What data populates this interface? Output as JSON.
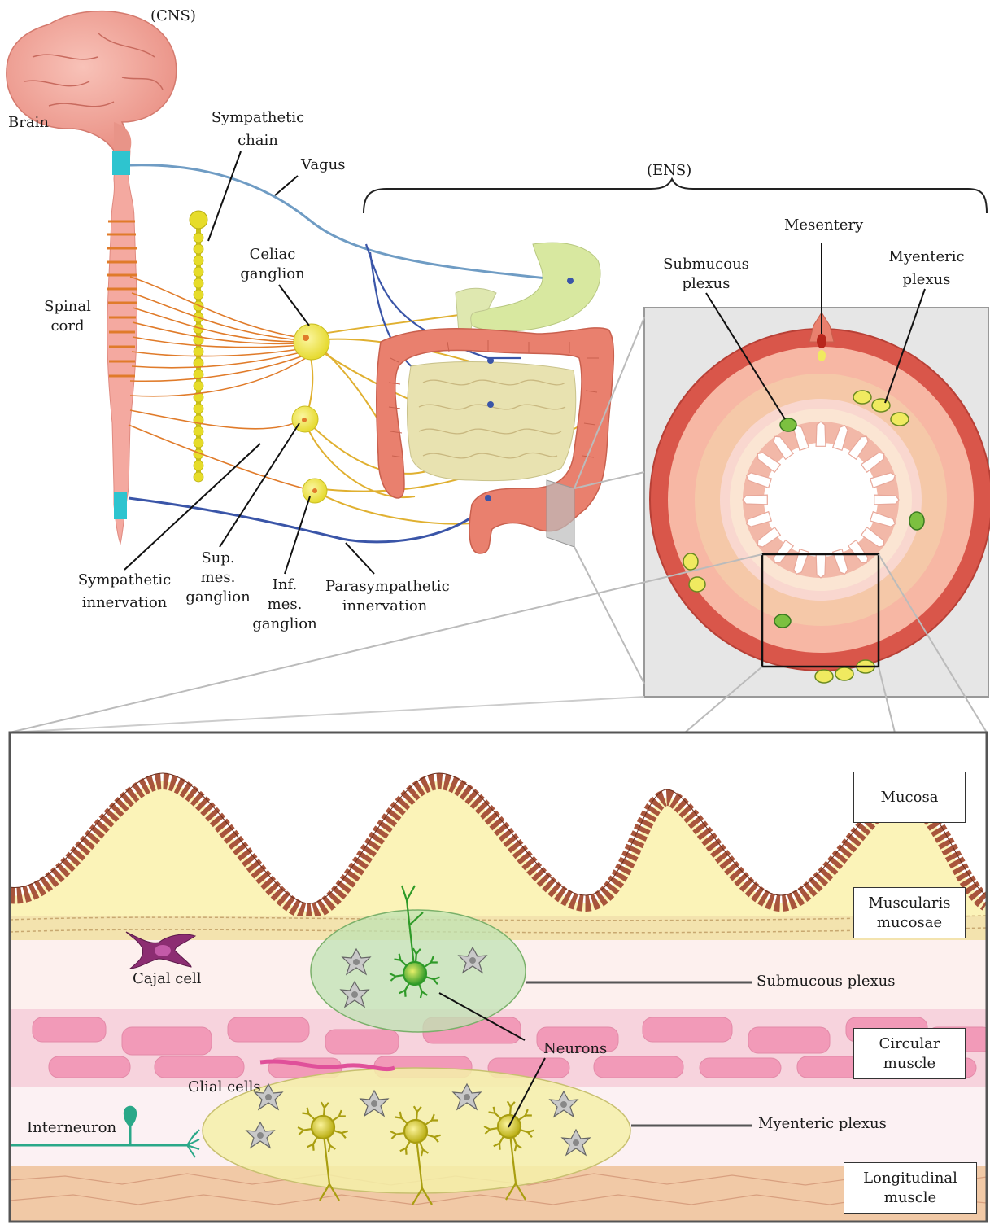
{
  "labels": {
    "cns": "(CNS)",
    "brain": "Brain",
    "sympathetic_chain": [
      "Sympathetic",
      "chain"
    ],
    "vagus": "Vagus",
    "ens": "(ENS)",
    "spinal_cord": [
      "Spinal",
      "cord"
    ],
    "celiac_ganglion": [
      "Celiac",
      "ganglion"
    ],
    "mesentery": "Mesentery",
    "submucous_plexus_top": [
      "Submucous",
      "plexus"
    ],
    "myenteric_plexus_top": [
      "Myenteric",
      "plexus"
    ],
    "sympathetic_innervation": [
      "Sympathetic",
      "innervation"
    ],
    "sup_mes_ganglion": [
      "Sup.",
      "mes.",
      "ganglion"
    ],
    "inf_mes_ganglion": [
      "Inf.",
      "mes.",
      "ganglion"
    ],
    "parasympathetic_innervation": [
      "Parasympathetic",
      "innervation"
    ],
    "cajal_cell": "Cajal cell",
    "submucous_plexus": "Submucous plexus",
    "neurons": "Neurons",
    "glial_cells": "Glial cells",
    "interneuron": "Interneuron",
    "myenteric_plexus": "Myenteric plexus"
  },
  "layer_boxes": {
    "mucosa": [
      "Mucosa"
    ],
    "muscularis_mucosae": [
      "Muscularis",
      "mucosae"
    ],
    "circular_muscle": [
      "Circular",
      "muscle"
    ],
    "longitudinal_muscle": [
      "Longitudinal",
      "muscle"
    ]
  },
  "colors": {
    "vagus_nerve": "#6f9cc4",
    "parasympathetic_nerve": "#3a55a8",
    "sympathetic_nerve": "#e07b2a",
    "ganglion_fill": "#f2ea40",
    "spinal_cord": "#f4a9a0",
    "brain": "#f3a49a",
    "colon": "#e9806e",
    "small_intestine": "#e8e2b0",
    "mucosa_epithelium": "#a8553c",
    "submucosa": "#fbf3b8",
    "circular_muscle_fill": "#f2a0c0",
    "longitudinal_muscle_fill": "#f1c9a6",
    "submucous_plexus_fill": "#bfe3b3",
    "myenteric_plexus_fill": "#f4f0a8",
    "neuron_green": "#3cb030",
    "neuron_yellow": "#d7cc20",
    "glial": "#c9c9c9",
    "cajal": "#8c2d72",
    "interneuron": "#2aa888"
  }
}
